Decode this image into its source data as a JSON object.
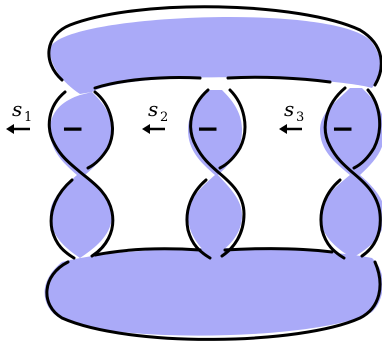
{
  "colors": {
    "surface_fill": "#aaaaf8",
    "stroke": "#000000",
    "background": "#ffffff"
  },
  "crossings": [
    {
      "id": "s1",
      "label_base": "s",
      "label_index": "1",
      "sign": "−"
    },
    {
      "id": "s2",
      "label_base": "s",
      "label_index": "2",
      "sign": "−"
    },
    {
      "id": "s3",
      "label_base": "s",
      "label_index": "3",
      "sign": "−"
    }
  ]
}
